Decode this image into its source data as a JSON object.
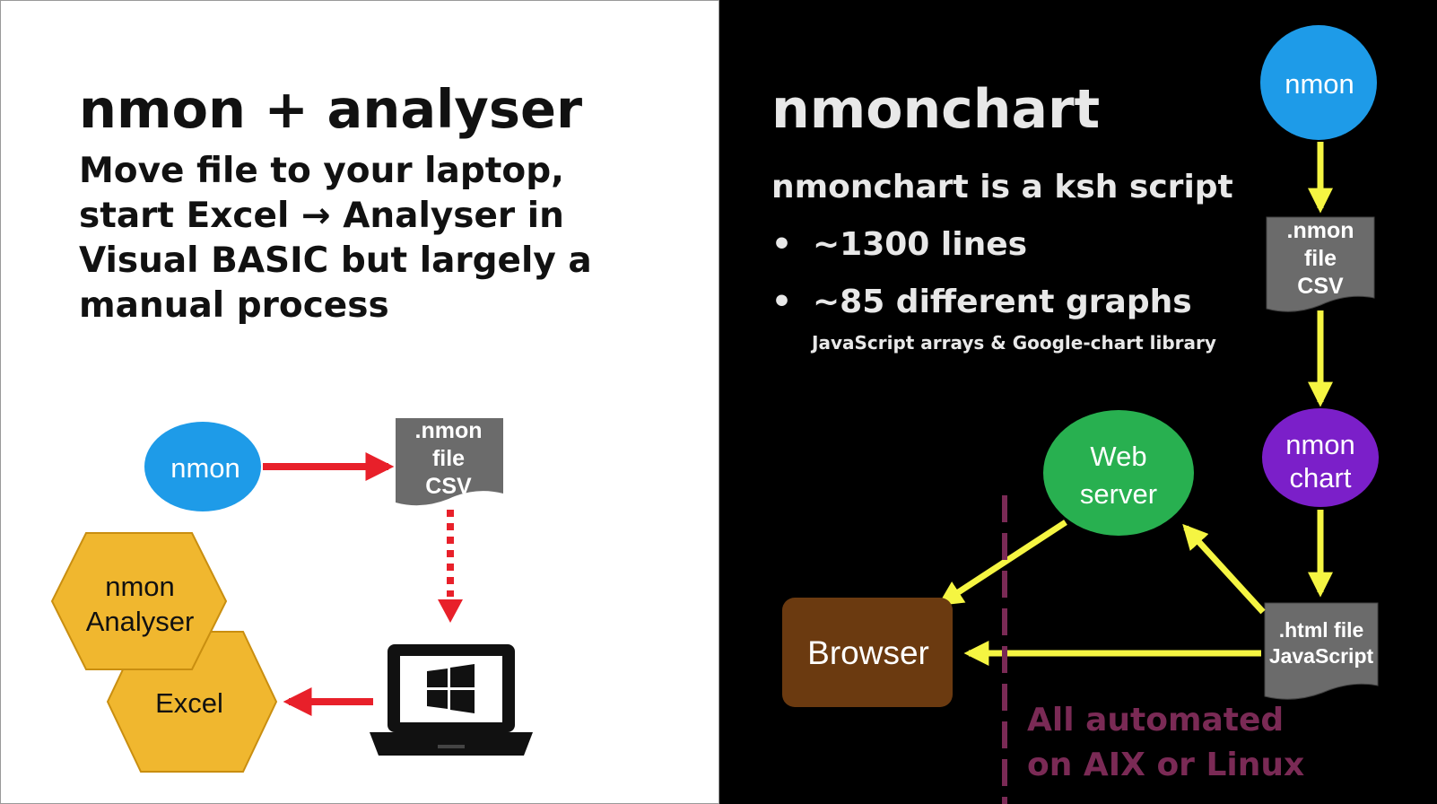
{
  "left": {
    "title": "nmon + analyser",
    "subtitle_lines": [
      "Move file to your laptop,",
      "start Excel → Analyser in",
      "Visual BASIC but largely a",
      "manual process"
    ],
    "diagram": {
      "nmon": "nmon",
      "file_lines": [
        ".nmon",
        "file",
        "CSV"
      ],
      "analyser_lines": [
        "nmon",
        "Analyser"
      ],
      "excel": "Excel"
    }
  },
  "right": {
    "title": "nmonchart",
    "subtitle": "nmonchart is a ksh script",
    "bullets": [
      "~1300 lines",
      "~85 different graphs"
    ],
    "bullet_note": "JavaScript arrays & Google-chart library",
    "diagram": {
      "nmon": "nmon",
      "file_lines": [
        ".nmon",
        "file",
        "CSV"
      ],
      "nmonchart_lines": [
        "nmon",
        "chart"
      ],
      "webserver_lines": [
        "Web",
        "server"
      ],
      "browser": "Browser",
      "html_lines": [
        ".html file",
        "JavaScript"
      ]
    },
    "automated_lines": [
      "All automated",
      "on AIX or Linux"
    ]
  },
  "colors": {
    "red_arrow": "#e8202a",
    "yellow_arrow": "#f5f542",
    "nmon_blue": "#1e9be8",
    "file_grey": "#6b6b6b",
    "hex_yellow": "#f0b72f",
    "chart_purple": "#7b1fc9",
    "web_green": "#28b050",
    "browser_brown": "#6b3a10",
    "divider_magenta": "#7a2a55"
  }
}
